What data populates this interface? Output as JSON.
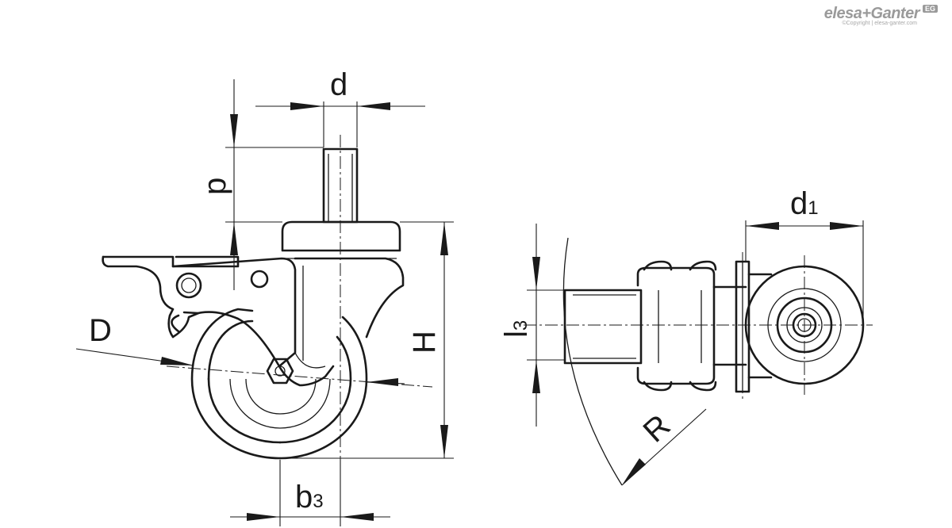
{
  "logo": {
    "brand": "elesa+Ganter",
    "badge": "EG",
    "copyright": "©Copyright | elesa-ganter.com"
  },
  "labels": {
    "d": "d",
    "p": "p",
    "D": "D",
    "H": "H",
    "b3_main": "b",
    "b3_sub": "3",
    "l3_main": "l",
    "l3_sub": "3",
    "d1_main": "d",
    "d1_sub": "1",
    "R": "R"
  }
}
